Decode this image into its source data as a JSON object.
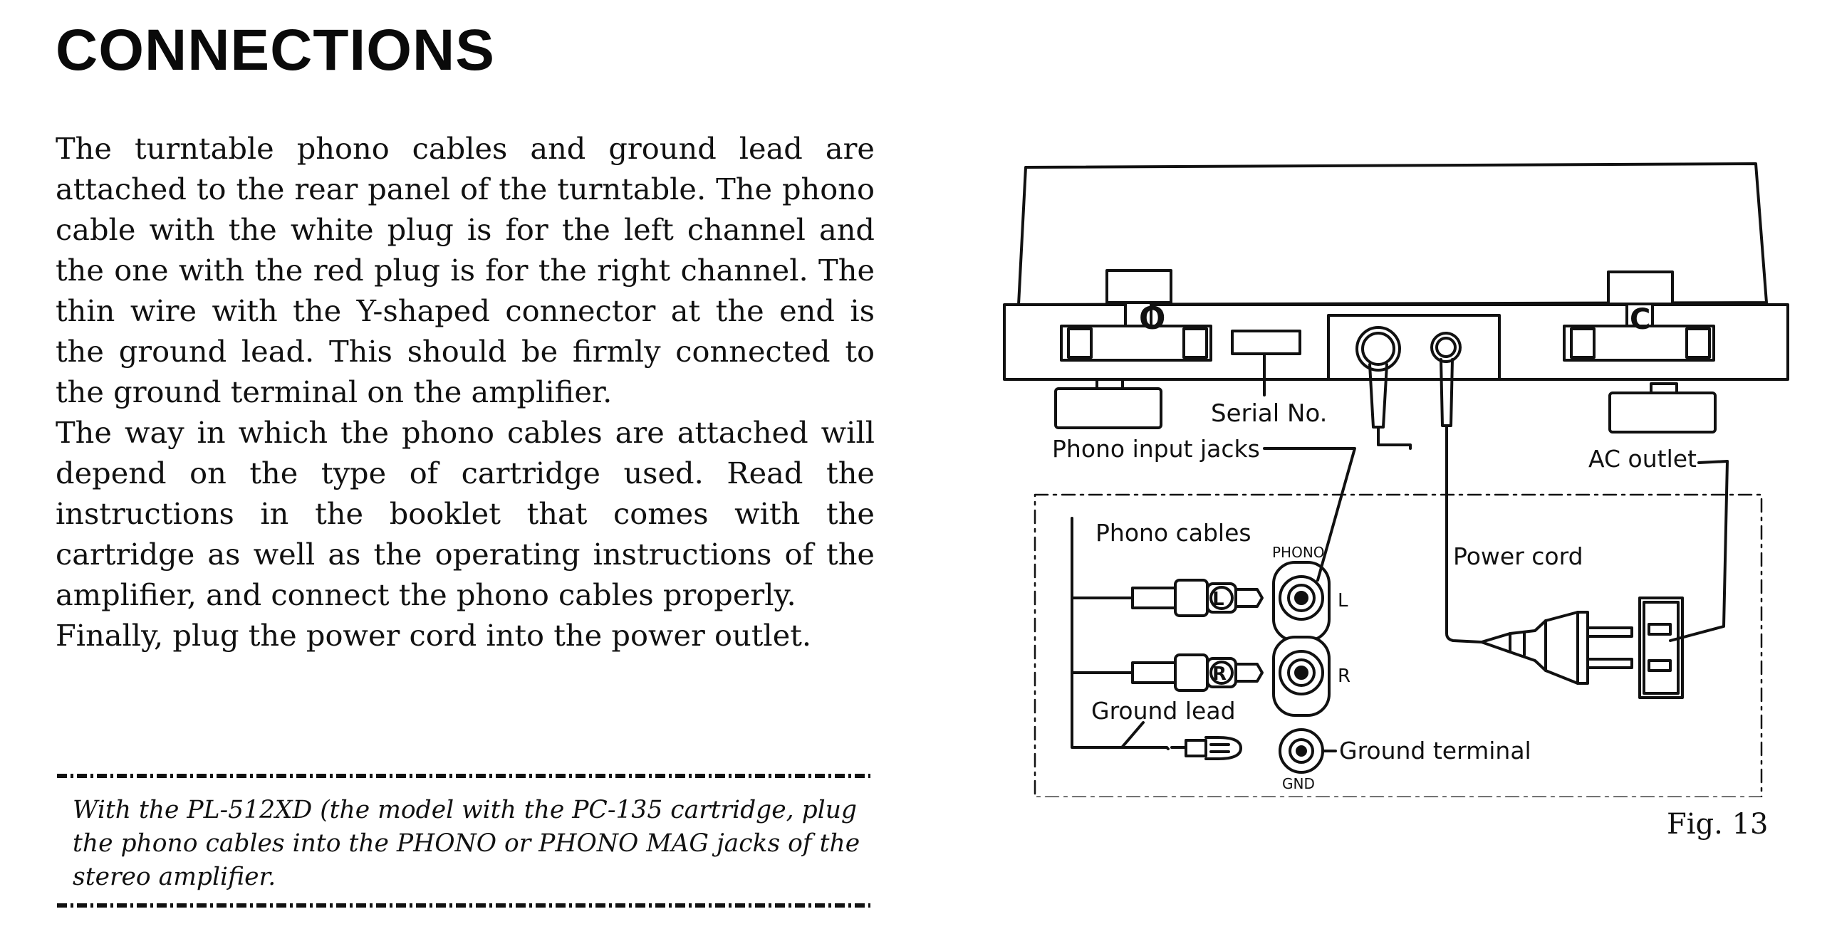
{
  "heading": "CONNECTIONS",
  "paragraphs": [
    "The turntable phono cables and ground lead are attached to the rear panel of the turntable. The phono cable with the white plug is for the left channel and the one with the red plug is for the right channel. The thin wire with the Y-shaped connector at the end is the ground lead. This should be firmly connected to the ground terminal on the amplifier.",
    "The way in which the phono cables are attached will depend on the type of cartridge used. Read the instructions in the booklet that comes with the cartridge as well as the operating instructions of the amplifier, and connect the phono cables properly.",
    "Finally, plug the power cord into the power outlet."
  ],
  "note": "With the PL-512XD (the model with the PC-135 cartridge, plug the phono cables into the PHONO or PHONO MAG jacks of the stereo amplifier.",
  "figure": {
    "caption": "Fig. 13",
    "labels": {
      "serial_no": "Serial No.",
      "phono_input_jacks": "Phono input jacks",
      "ac_outlet": "AC outlet",
      "phono_cables": "Phono cables",
      "phono": "PHONO",
      "left": "L",
      "right": "R",
      "power_cord": "Power cord",
      "ground_lead": "Ground lead",
      "ground_terminal": "Ground terminal",
      "gnd": "GND",
      "plug_left_mark": "L",
      "plug_right_mark": "R",
      "hinge_left_mark": "O",
      "hinge_right_mark": "C"
    }
  }
}
